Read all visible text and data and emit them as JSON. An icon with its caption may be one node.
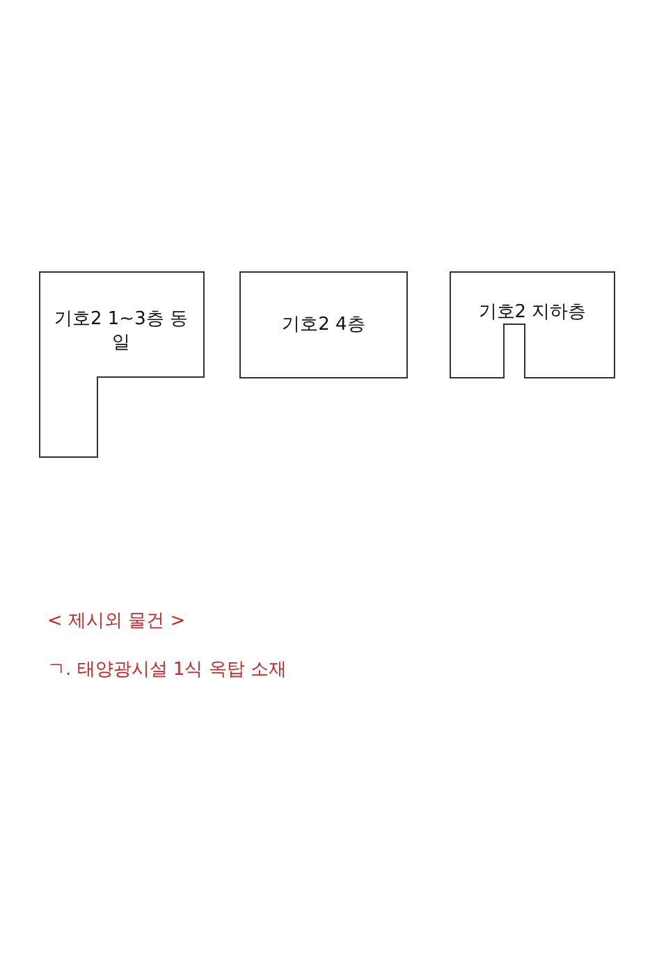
{
  "diagram": {
    "nodes": [
      {
        "text": [
          "기호2 1~3층 동일"
        ]
      },
      {
        "text": [
          "기호2 4층"
        ]
      },
      {
        "text": [
          "기호2 지하층"
        ]
      }
    ],
    "labels": [
      "< 제시외 물건 >",
      "ㄱ. 태양광시설 1식 옥탑 소재"
    ]
  }
}
